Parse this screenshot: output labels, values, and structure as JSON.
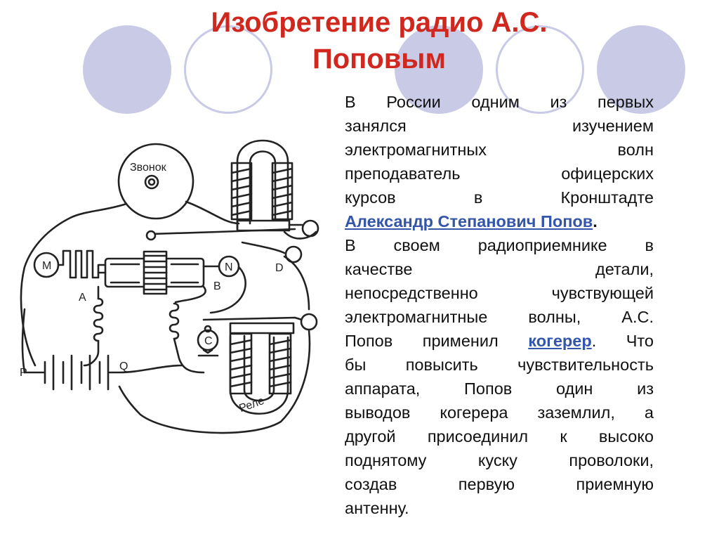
{
  "title": {
    "line1": "Изобретение радио А.С.",
    "line2": "Поповым"
  },
  "text": {
    "l1": "В России одним из первых",
    "l2": "занялся изучением",
    "l3": "электромагнитных волн",
    "l4": "преподаватель офицерских",
    "l5": "курсов в Кронштадте",
    "l6_link": "Александр Степанович Попов",
    "l6_after": ".",
    "l7": "В своем радиоприемнике в",
    "l8": "качестве детали,",
    "l9": "непосредственно чувствующей",
    "l10": "электромагнитные волны, А.С.",
    "l11_before": "Попов применил ",
    "l11_link": "когерер",
    "l11_after": ". Что",
    "l12": "бы повысить чувствительность",
    "l13": "аппарата, Попов один из",
    "l14": "выводов когерера заземлил, а",
    "l15": "другой присоединил к высоко",
    "l16": "поднятому куску проволоки,",
    "l17": "создав первую приемную",
    "l18": "антенну."
  },
  "diagram": {
    "bell_label": "Звонок",
    "relay_label": "Реле",
    "label_m": "M",
    "label_n": "N",
    "label_c": "C",
    "label_a": "A",
    "label_b": "B",
    "label_d": "D",
    "label_p": "P",
    "label_q": "Q"
  },
  "colors": {
    "title": "#d0281e",
    "link": "#3355aa",
    "decor_circle": "#c9cae6"
  }
}
